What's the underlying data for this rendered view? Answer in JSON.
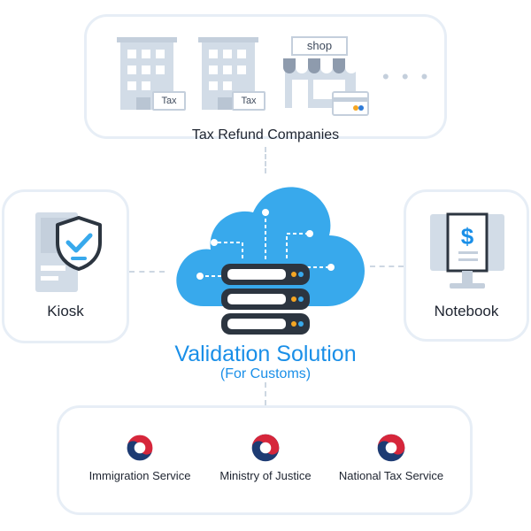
{
  "top_panel": {
    "label": "Tax Refund Companies",
    "building_tag_1": "Tax",
    "building_tag_2": "Tax",
    "shop_sign": "shop"
  },
  "left_panel": {
    "label": "Kiosk"
  },
  "right_panel": {
    "label": "Notebook",
    "currency_symbol": "$"
  },
  "center": {
    "title": "Validation Solution",
    "subtitle": "(For Customs)"
  },
  "bottom_panel": {
    "agencies": [
      {
        "label": "Immigration Service"
      },
      {
        "label": "Ministry of Justice"
      },
      {
        "label": "National Tax Service"
      }
    ]
  },
  "colors": {
    "cloud_blue": "#38a9ec",
    "title_blue": "#1a8fe8",
    "server_dark": "#2c3540",
    "panel_border": "#e7eef6",
    "icon_grey": "#d2dce7",
    "emblem_red": "#d6263b",
    "emblem_navy": "#1d3b73"
  }
}
